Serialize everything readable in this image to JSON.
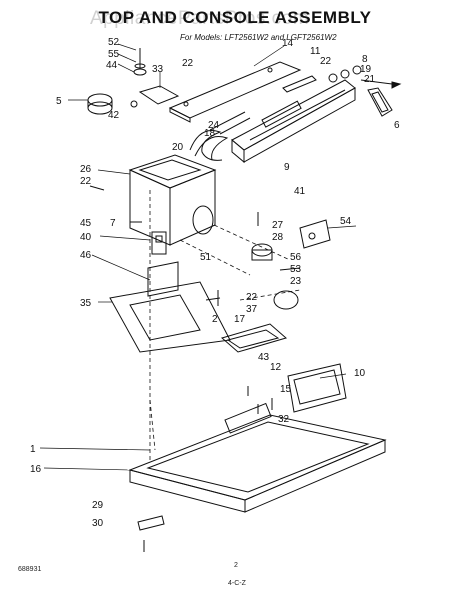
{
  "page": {
    "watermark": "AppliancePartsPros.com",
    "title": "TOP AND CONSOLE ASSEMBLY",
    "subtitle": "For Models: LFT2561W2 and LGFT2561W2",
    "footer_left": "688931",
    "footer_center": "2",
    "footer_center2": "4-C-Z"
  },
  "callouts": [
    "52",
    "55",
    "44",
    "33",
    "22",
    "14",
    "11",
    "22",
    "8",
    "19",
    "21",
    "5",
    "42",
    "6",
    "24",
    "18",
    "20",
    "9",
    "26",
    "22",
    "41",
    "45",
    "7",
    "27",
    "28",
    "54",
    "40",
    "51",
    "56",
    "53",
    "46",
    "23",
    "22",
    "37",
    "17",
    "35",
    "2",
    "43",
    "12",
    "10",
    "15",
    "32",
    "1",
    "16",
    "29",
    "30"
  ],
  "colors": {
    "ink": "#111111",
    "watermark": "#c9c9c9"
  }
}
